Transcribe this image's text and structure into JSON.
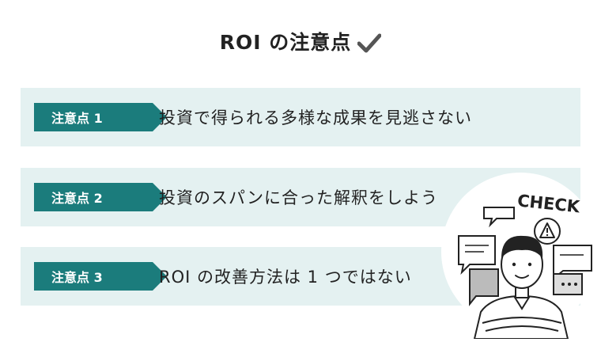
{
  "title": "ROI の注意点",
  "cards": [
    {
      "tag": "注意点 1",
      "text": "投資で得られる多様な成果を見逃さない"
    },
    {
      "tag": "注意点 2",
      "text": "投資のスパンに合った解釈をしよう"
    },
    {
      "tag": "注意点 3",
      "text": "ROI の改善方法は 1 つではない"
    }
  ],
  "illustration": {
    "check_label": "CHECK"
  },
  "colors": {
    "accent": "#1b7c7c",
    "card_bg": "#e4f1f1"
  }
}
